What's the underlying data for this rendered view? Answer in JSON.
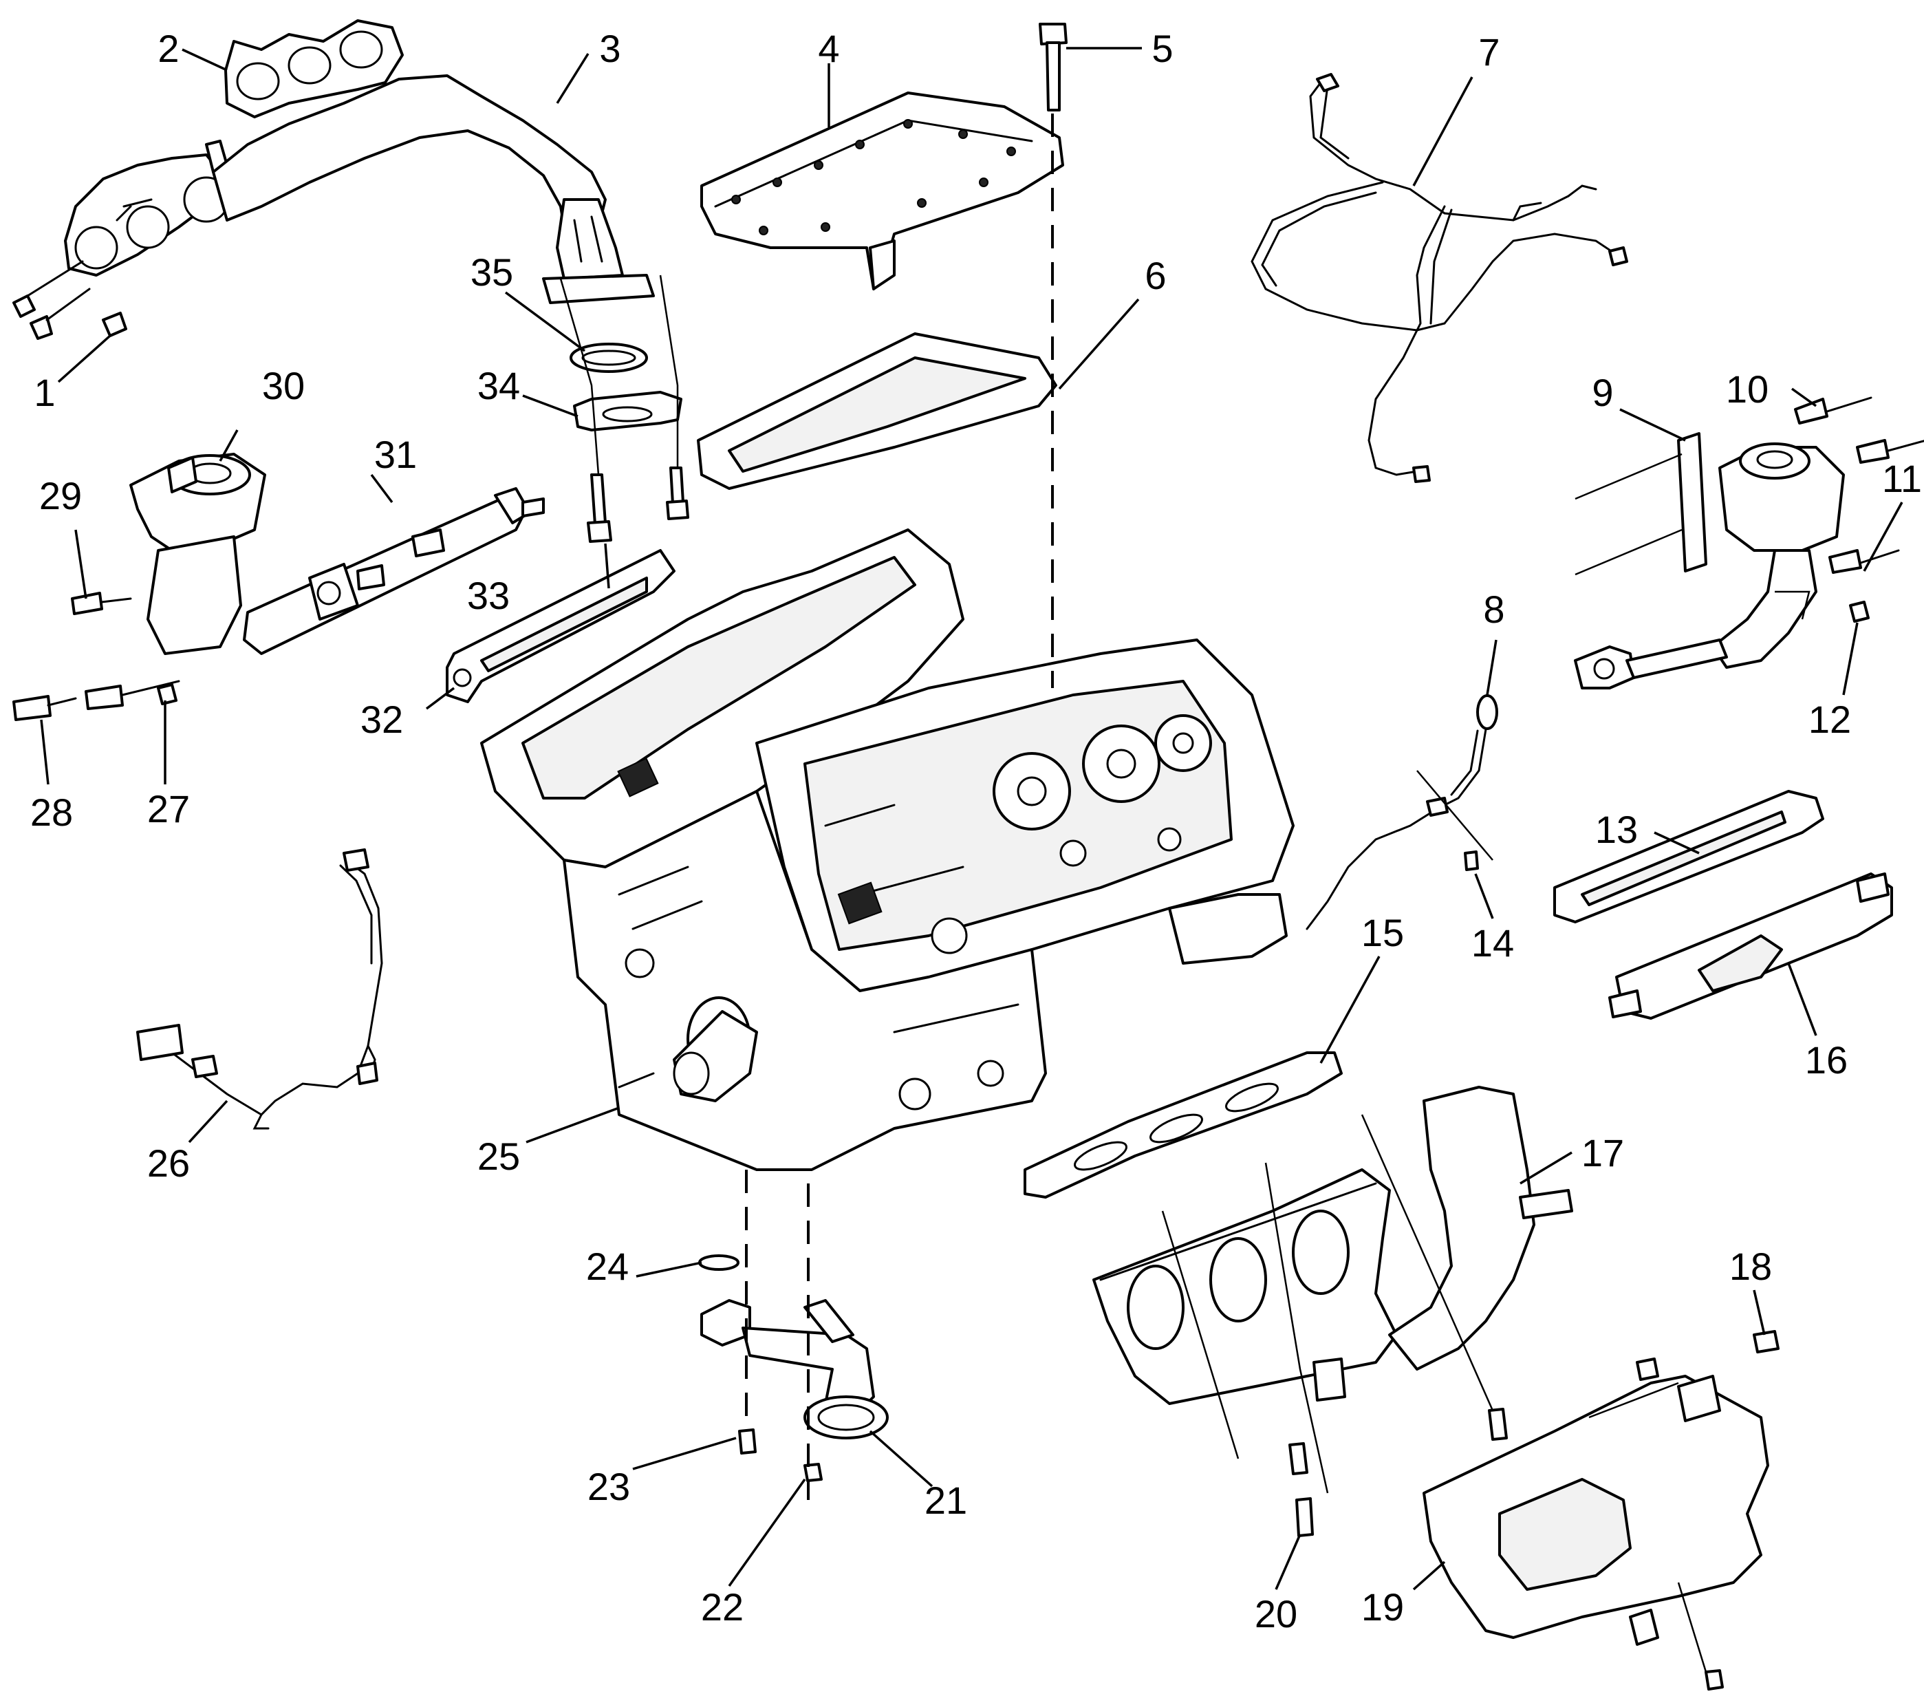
{
  "callouts": [
    "1",
    "2",
    "3",
    "4",
    "5",
    "6",
    "7",
    "8",
    "9",
    "10",
    "11",
    "12",
    "13",
    "14",
    "15",
    "16",
    "17",
    "18",
    "19",
    "20",
    "21",
    "22",
    "23",
    "24",
    "25",
    "26",
    "27",
    "28",
    "29",
    "30",
    "31",
    "32",
    "33",
    "34",
    "35"
  ],
  "colors": {
    "line": "#000000",
    "background": "#ffffff"
  }
}
